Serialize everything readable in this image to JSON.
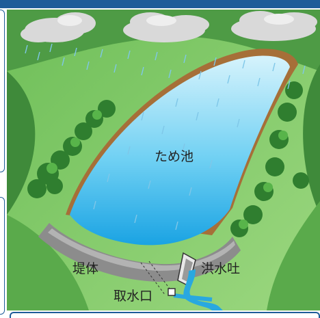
{
  "labels": {
    "pond": "ため池",
    "embankment": "堤体",
    "spillway": "洪水吐",
    "intake": "取水口"
  },
  "colors": {
    "frame": "#1e5c99",
    "forest_dark": "#3f8a3a",
    "forest_light": "#8ccf6f",
    "water_top": "#c9eefb",
    "water_bottom": "#1fa9e6",
    "embankment": "#8a8a8a",
    "bank": "#a9743d",
    "cloud": "#dcdcdc",
    "rain": "#7fc7e8"
  }
}
